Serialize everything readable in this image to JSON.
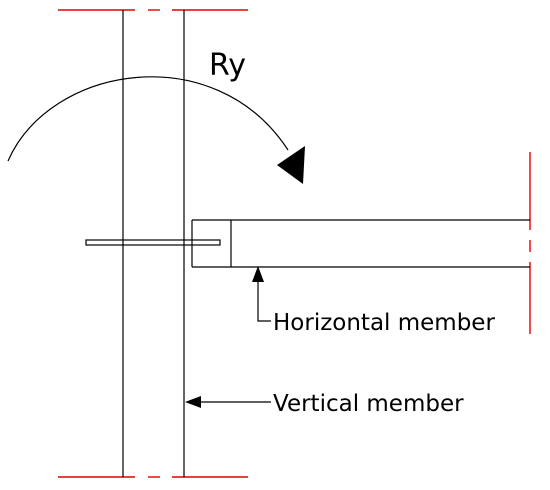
{
  "labels": {
    "rotation": "Ry",
    "horizontal_member": "Horizontal member",
    "vertical_member": "Vertical member"
  },
  "colors": {
    "line": "#000000",
    "boundary": "#e60000",
    "background": "#ffffff"
  }
}
